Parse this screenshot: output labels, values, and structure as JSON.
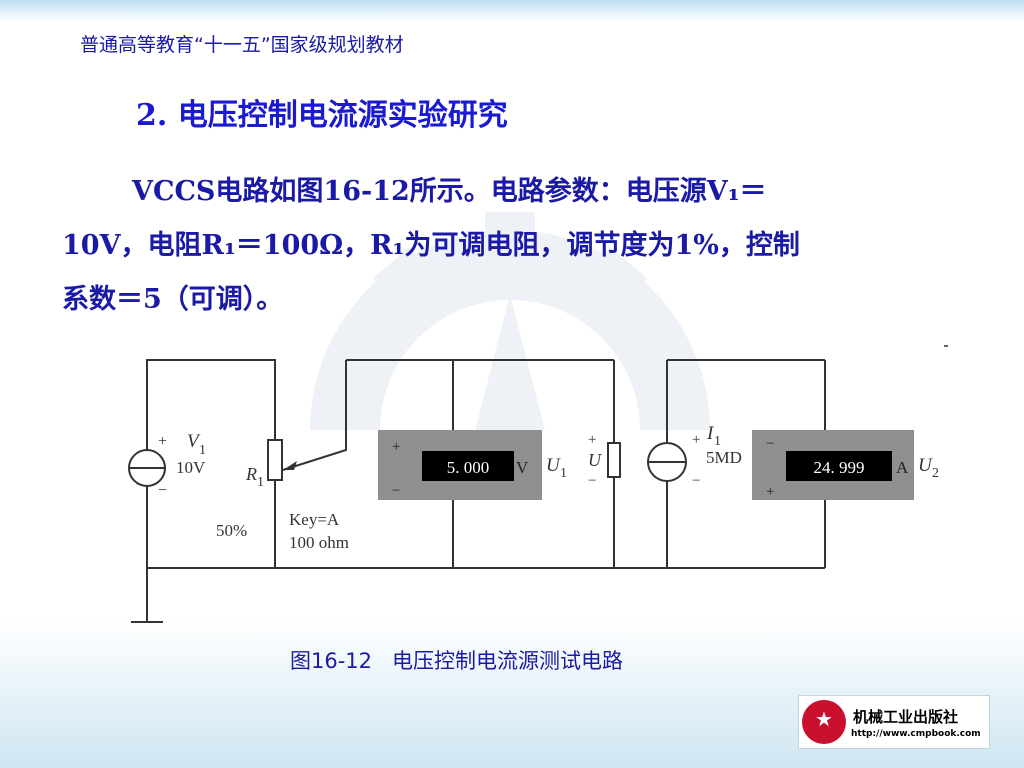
{
  "header": {
    "series_title": "普通高等教育“十一五”国家级规划教材"
  },
  "section": {
    "title": "2. 电压控制电流源实验研究"
  },
  "body": {
    "lines": [
      "VCCS电路如图16-12所示。电路参数：电压源V₁＝",
      "10V，电阻R₁＝100Ω，R₁为可调电阻，调节度为1%，控制",
      "系数＝5（可调）。"
    ]
  },
  "circuit": {
    "source": {
      "plus": "+",
      "minus": "−",
      "name": "V",
      "sub": "1",
      "value": "10V"
    },
    "resistor": {
      "name": "R",
      "sub": "1",
      "percent": "50%",
      "key": "Key=A",
      "value": "100 ohm"
    },
    "voltmeter": {
      "reading": "5. 000",
      "unit": "V",
      "name": "U",
      "sub": "1",
      "plus": "+",
      "minus": "−"
    },
    "control": {
      "plus": "+",
      "name": "U",
      "minus": "−"
    },
    "current_source": {
      "plus": "+",
      "name": "I",
      "sub": "1",
      "value": "5MD",
      "minus": "−"
    },
    "ammeter": {
      "reading": "24. 999",
      "unit": "A",
      "name": "U",
      "sub": "2",
      "minus": "−",
      "plus": "+"
    },
    "colors": {
      "wire": "#333333",
      "meter_body": "#8f8f8f",
      "display_bg": "#000000",
      "display_text": "#ffffff"
    }
  },
  "caption": "图16-12   电压控制电流源测试电路",
  "publisher": {
    "name": "机械工业出版社",
    "url": "http://www.cmpbook.com"
  },
  "theme": {
    "text_blue": "#1a1aa6",
    "title_blue": "#1a1ad0",
    "logo_red": "#c8102e"
  }
}
